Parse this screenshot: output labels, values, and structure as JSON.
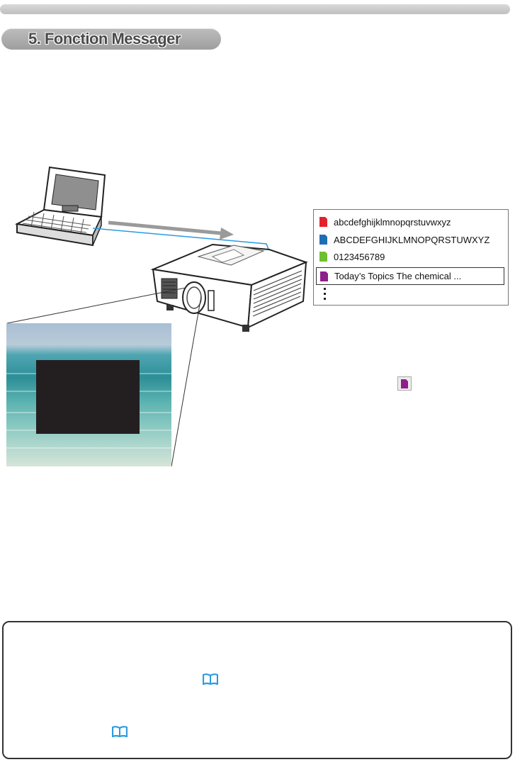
{
  "section": {
    "title": "5. Fonction Messager"
  },
  "file_list": {
    "items": [
      {
        "label": "abcdefghijklmnopqrstuvwxyz",
        "color": "#e2222b",
        "selected": false
      },
      {
        "label": "ABCDEFGHIJKLMNOPQRSTUWXYZ",
        "color": "#1f6db5",
        "selected": false
      },
      {
        "label": "0123456789",
        "color": "#6fbf2e",
        "selected": false
      },
      {
        "label": "Today’s Topics The chemical ...",
        "color": "#8e1f8c",
        "selected": true
      }
    ]
  },
  "colors": {
    "accent_blue": "#2b9be0",
    "arrow_gray": "#9a9a9a",
    "message_box": "#231f20",
    "selected_doc": "#8e1f8c"
  },
  "icons": {
    "reference": "book-icon",
    "document": "document-icon"
  }
}
